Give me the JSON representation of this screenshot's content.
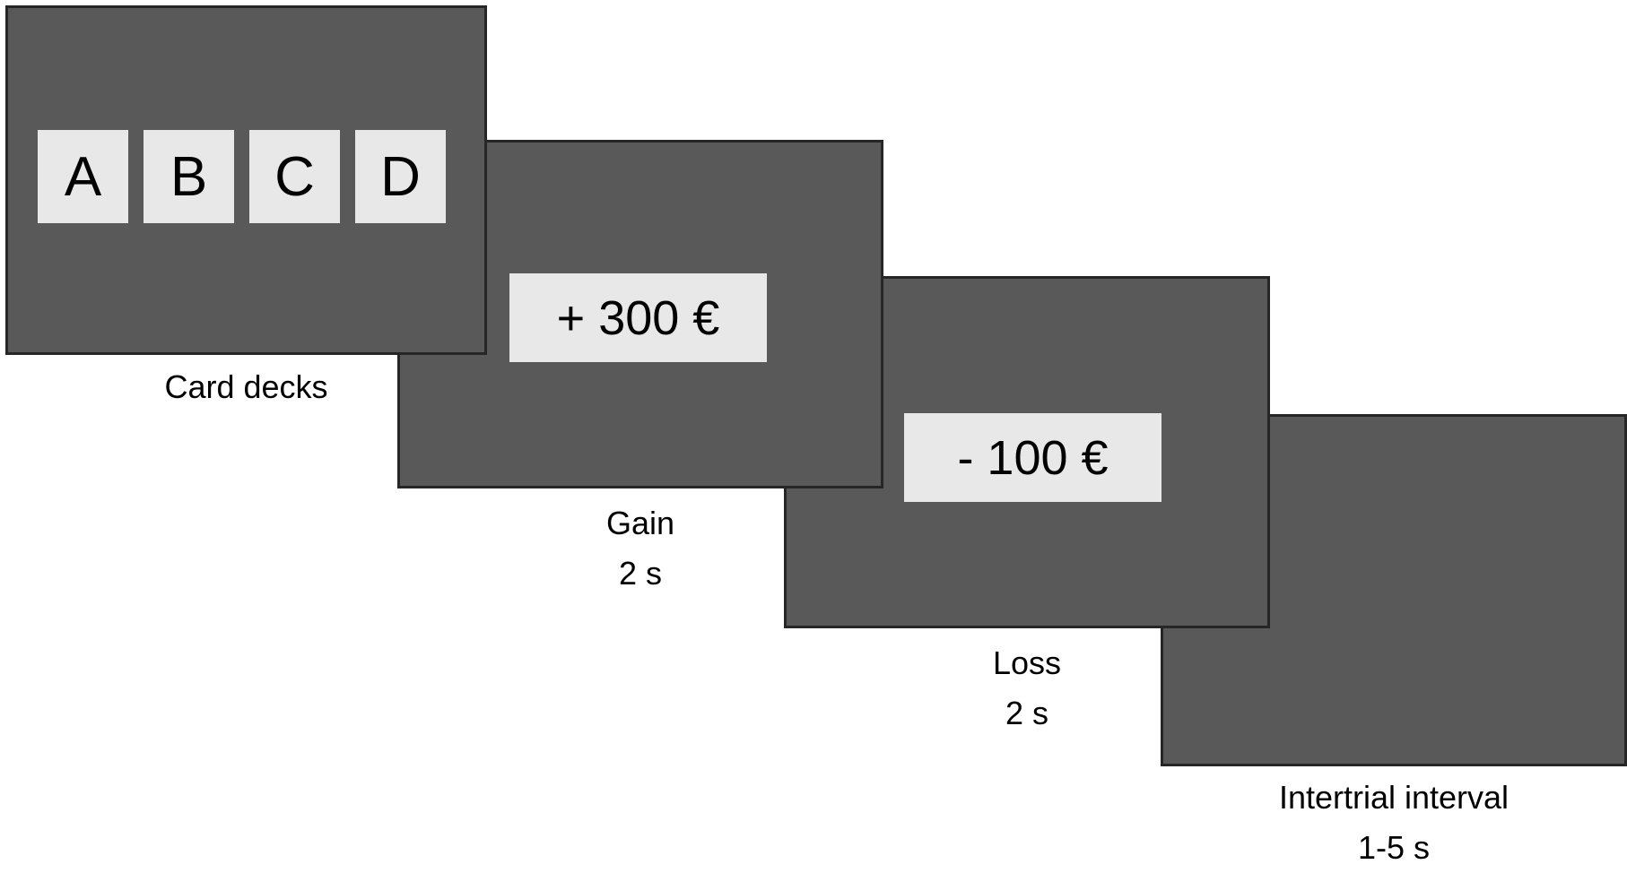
{
  "figure": {
    "background_color": "#ffffff",
    "panel_color": "#595959",
    "panel_border_color": "#262626",
    "box_color": "#e8e8e8",
    "text_color": "#000000"
  },
  "screens": [
    {
      "name": "card-decks",
      "caption": "Card decks",
      "cards": [
        "A",
        "B",
        "C",
        "D"
      ]
    },
    {
      "name": "gain",
      "caption": "Gain",
      "duration": "2 s",
      "stimulus": "+ 300 €"
    },
    {
      "name": "loss",
      "caption": "Loss",
      "duration": "2 s",
      "stimulus": "- 100 €"
    },
    {
      "name": "intertrial-interval",
      "caption": "Intertrial interval",
      "duration": "1-5 s"
    }
  ]
}
